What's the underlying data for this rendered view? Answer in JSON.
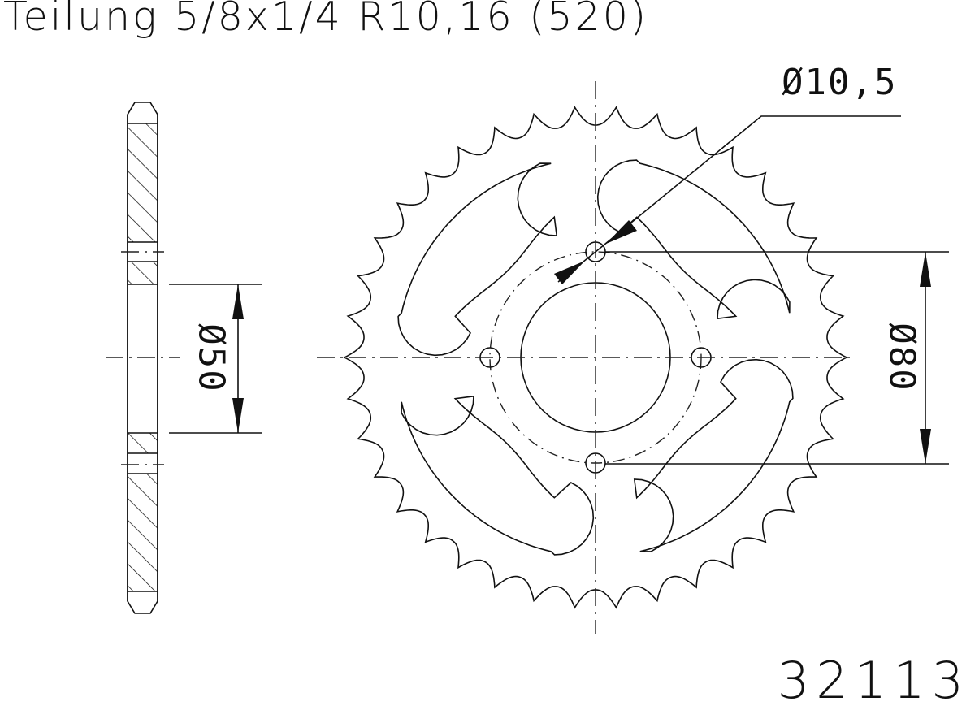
{
  "title": "Teilung 5/8x1/4 R10,16 (520)",
  "part_number": "32113",
  "dimensions": {
    "bolt_hole_diameter": "Ø10,5",
    "bolt_circle_diameter": "Ø80",
    "hub_bore_diameter": "Ø50"
  },
  "sprocket": {
    "teeth": 38,
    "pitch": "5/8x1/4",
    "roller_diameter": "R10,16",
    "chain": "520",
    "bolt_holes": 4,
    "lightening_slots": 4
  },
  "colors": {
    "line": "#111111",
    "background": "#ffffff"
  }
}
